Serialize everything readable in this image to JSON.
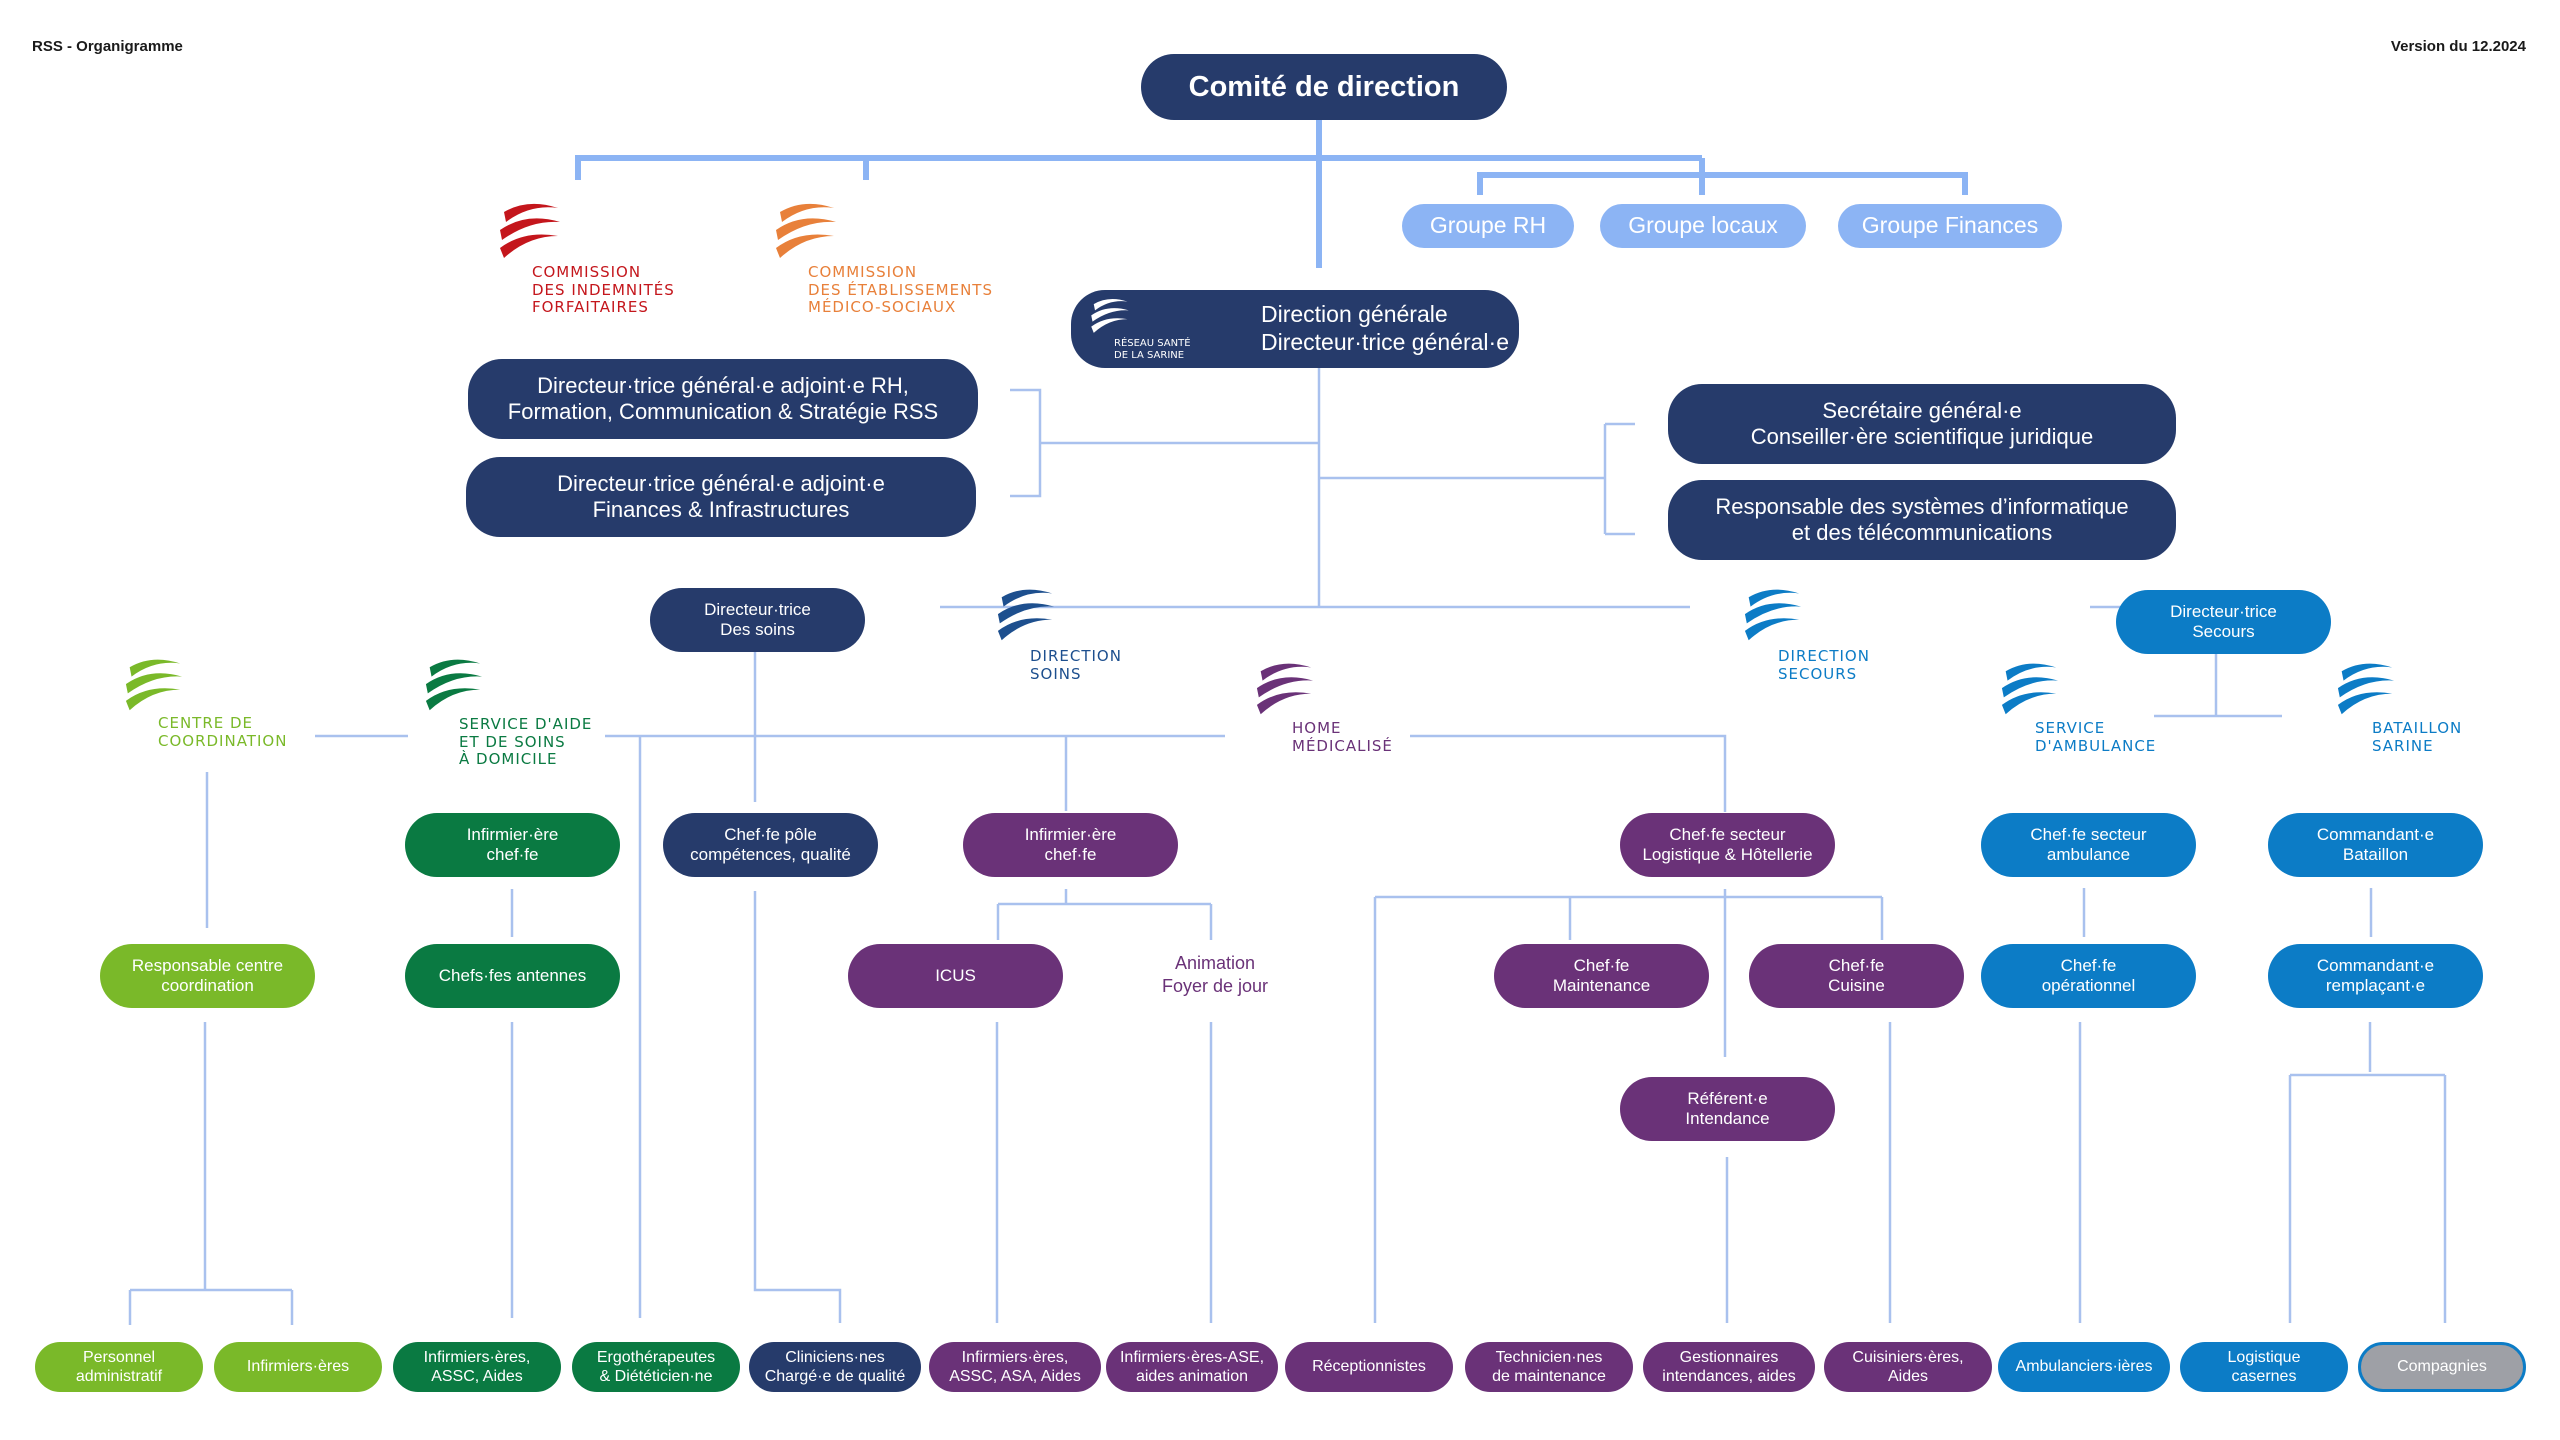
{
  "header": {
    "title": "RSS - Organigramme",
    "version": "Version du 12.2024"
  },
  "colors": {
    "navy": "#263b6b",
    "connector": "#a9c1ee",
    "connector_strong": "#8cb4f4",
    "green": "#0a7a42",
    "lime": "#7ab929",
    "purple": "#6a3278",
    "blue": "#0c7cc6",
    "gray": "#9ea0a6"
  },
  "top": {
    "comite": "Comité de direction",
    "groupe_rh": "Groupe RH",
    "groupe_locaux": "Groupe locaux",
    "groupe_finances": "Groupe Finances"
  },
  "commissions": {
    "cif": [
      "COMMISSION",
      "DES INDEMNITÉS",
      "FORFAITAIRES"
    ],
    "cems": [
      "COMMISSION",
      "DES ÉTABLISSEMENTS",
      "MÉDICO-SOCIAUX"
    ]
  },
  "direction": {
    "logo_text": [
      "RÉSEAU SANTÉ",
      "DE LA SARINE"
    ],
    "line1": "Direction générale",
    "line2": "Directeur·trice général·e",
    "adj_rh": [
      "Directeur·trice général·e adjoint·e RH,",
      "Formation, Communication & Stratégie RSS"
    ],
    "adj_fin": [
      "Directeur·trice général·e adjoint·e",
      "Finances & Infrastructures"
    ],
    "secretaire": [
      "Secrétaire général·e",
      "Conseiller·ère scientifique juridique"
    ],
    "responsable_si": [
      "Responsable des systèmes d’informatique",
      "et des télécommunications"
    ]
  },
  "units": {
    "dir_soins_person": [
      "Directeur·trice",
      "Des soins"
    ],
    "direction_soins": [
      "DIRECTION",
      "SOINS"
    ],
    "direction_secours": [
      "DIRECTION",
      "SECOURS"
    ],
    "dir_secours_person": [
      "Directeur·trice",
      "Secours"
    ],
    "centre_coordination": [
      "CENTRE DE",
      "COORDINATION"
    ],
    "service_aide": [
      "SERVICE D'AIDE",
      "ET DE SOINS",
      "À DOMICILE"
    ],
    "home_medicalise": [
      "HOME",
      "MÉDICALISÉ"
    ],
    "service_ambulance": [
      "SERVICE",
      "D'AMBULANCE"
    ],
    "bataillon": [
      "BATAILLON",
      "SARINE"
    ]
  },
  "level2": {
    "inf_chef_sasd": [
      "Infirmier·ère",
      "chef·fe"
    ],
    "chef_pole": [
      "Chef·fe pôle",
      "compétences, qualité"
    ],
    "inf_chef_home": [
      "Infirmier·ère",
      "chef·fe"
    ],
    "chef_logistique": [
      "Chef·fe secteur",
      "Logistique & Hôtellerie"
    ],
    "chef_ambulance": [
      "Chef·fe secteur",
      "ambulance"
    ],
    "commandant": [
      "Commandant·e",
      "Bataillon"
    ]
  },
  "level3": {
    "resp_centre": [
      "Responsable centre",
      "coordination"
    ],
    "chefs_antennes": "Chefs·fes antennes",
    "icus": "ICUS",
    "animation": [
      "Animation",
      "Foyer de jour"
    ],
    "chef_maintenance": [
      "Chef·fe",
      "Maintenance"
    ],
    "chef_cuisine": [
      "Chef·fe",
      "Cuisine"
    ],
    "referent": [
      "Référent·e",
      "Intendance"
    ],
    "chef_operationnel": [
      "Chef·fe",
      "opérationnel"
    ],
    "commandant_remplacant": [
      "Commandant·e",
      "remplaçant·e"
    ]
  },
  "bottom": {
    "personnel_admin": [
      "Personnel",
      "administratif"
    ],
    "infirmiers": "Infirmiers·ères",
    "inf_assc": [
      "Infirmiers·ères,",
      "ASSC, Aides"
    ],
    "ergo": [
      "Ergothérapeutes",
      "& Diététicien·ne"
    ],
    "cliniciens": [
      "Cliniciens·nes",
      "Chargé·e de qualité"
    ],
    "inf_asa": [
      "Infirmiers·ères,",
      "ASSC, ASA, Aides"
    ],
    "inf_ase": [
      "Infirmiers·ères-ASE,",
      "aides animation"
    ],
    "receptionnistes": "Réceptionnistes",
    "techniciens": [
      "Technicien·nes",
      "de maintenance"
    ],
    "gestionnaires": [
      "Gestionnaires",
      "intendances, aides"
    ],
    "cuisiniers": [
      "Cuisiniers·ères,",
      "Aides"
    ],
    "ambulanciers": "Ambulanciers·ières",
    "logistique": [
      "Logistique",
      "casernes"
    ],
    "compagnies": "Compagnies"
  }
}
